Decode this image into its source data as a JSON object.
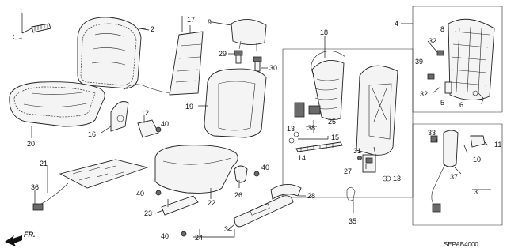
{
  "diagram": {
    "part_numbers": [
      "1",
      "2",
      "3",
      "4",
      "5",
      "6",
      "7",
      "8",
      "9",
      "10",
      "11",
      "12",
      "13",
      "13",
      "14",
      "15",
      "16",
      "17",
      "18",
      "19",
      "20",
      "21",
      "22",
      "23",
      "24",
      "25",
      "26",
      "27",
      "28",
      "29",
      "30",
      "31",
      "32",
      "32",
      "33",
      "34",
      "35",
      "36",
      "37",
      "38",
      "39",
      "40",
      "40",
      "40",
      "40"
    ],
    "diagram_code": "SEPAB4000",
    "direction_label": "FR."
  }
}
